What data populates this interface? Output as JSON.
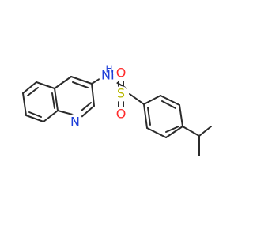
{
  "molecule": {
    "atoms": {
      "nh_label": "NH",
      "h_label": "H",
      "n_ring_label": "N",
      "s_label": "S",
      "o_top_label": "O",
      "o_bottom_label": "O"
    },
    "colors": {
      "bond": "#2b2b2b",
      "nitrogen": "#1f3fd8",
      "oxygen": "#ff2b2b",
      "sulfur": "#b8b800"
    }
  }
}
